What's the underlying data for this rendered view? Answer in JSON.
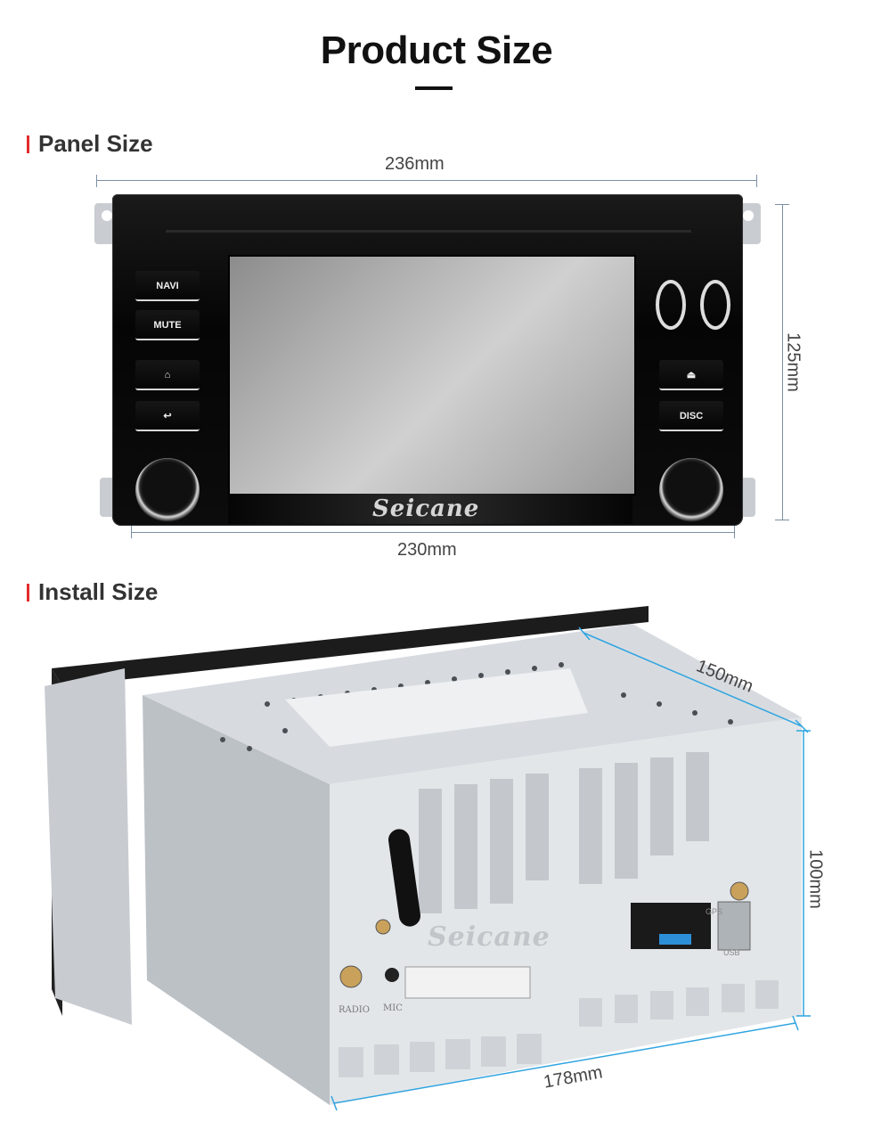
{
  "title": "Product Size",
  "sections": {
    "panel": "Panel Size",
    "install": "Install Size"
  },
  "panel_dims": {
    "top_width": "236mm",
    "bottom_width": "230mm",
    "height": "125mm"
  },
  "install_dims": {
    "depth": "150mm",
    "height": "100mm",
    "width": "178mm"
  },
  "buttons": {
    "navi": "NAVI",
    "mute": "MUTE",
    "disc": "DISC"
  },
  "brand": "Seicane",
  "ports": {
    "radio": "RADIO",
    "mic": "MIC",
    "gps": "GPS",
    "usb": "USB"
  },
  "colors": {
    "accent": "#e32b2b",
    "dim_line": "#7b8fa3",
    "install_dim_line": "#2fa4e0"
  }
}
